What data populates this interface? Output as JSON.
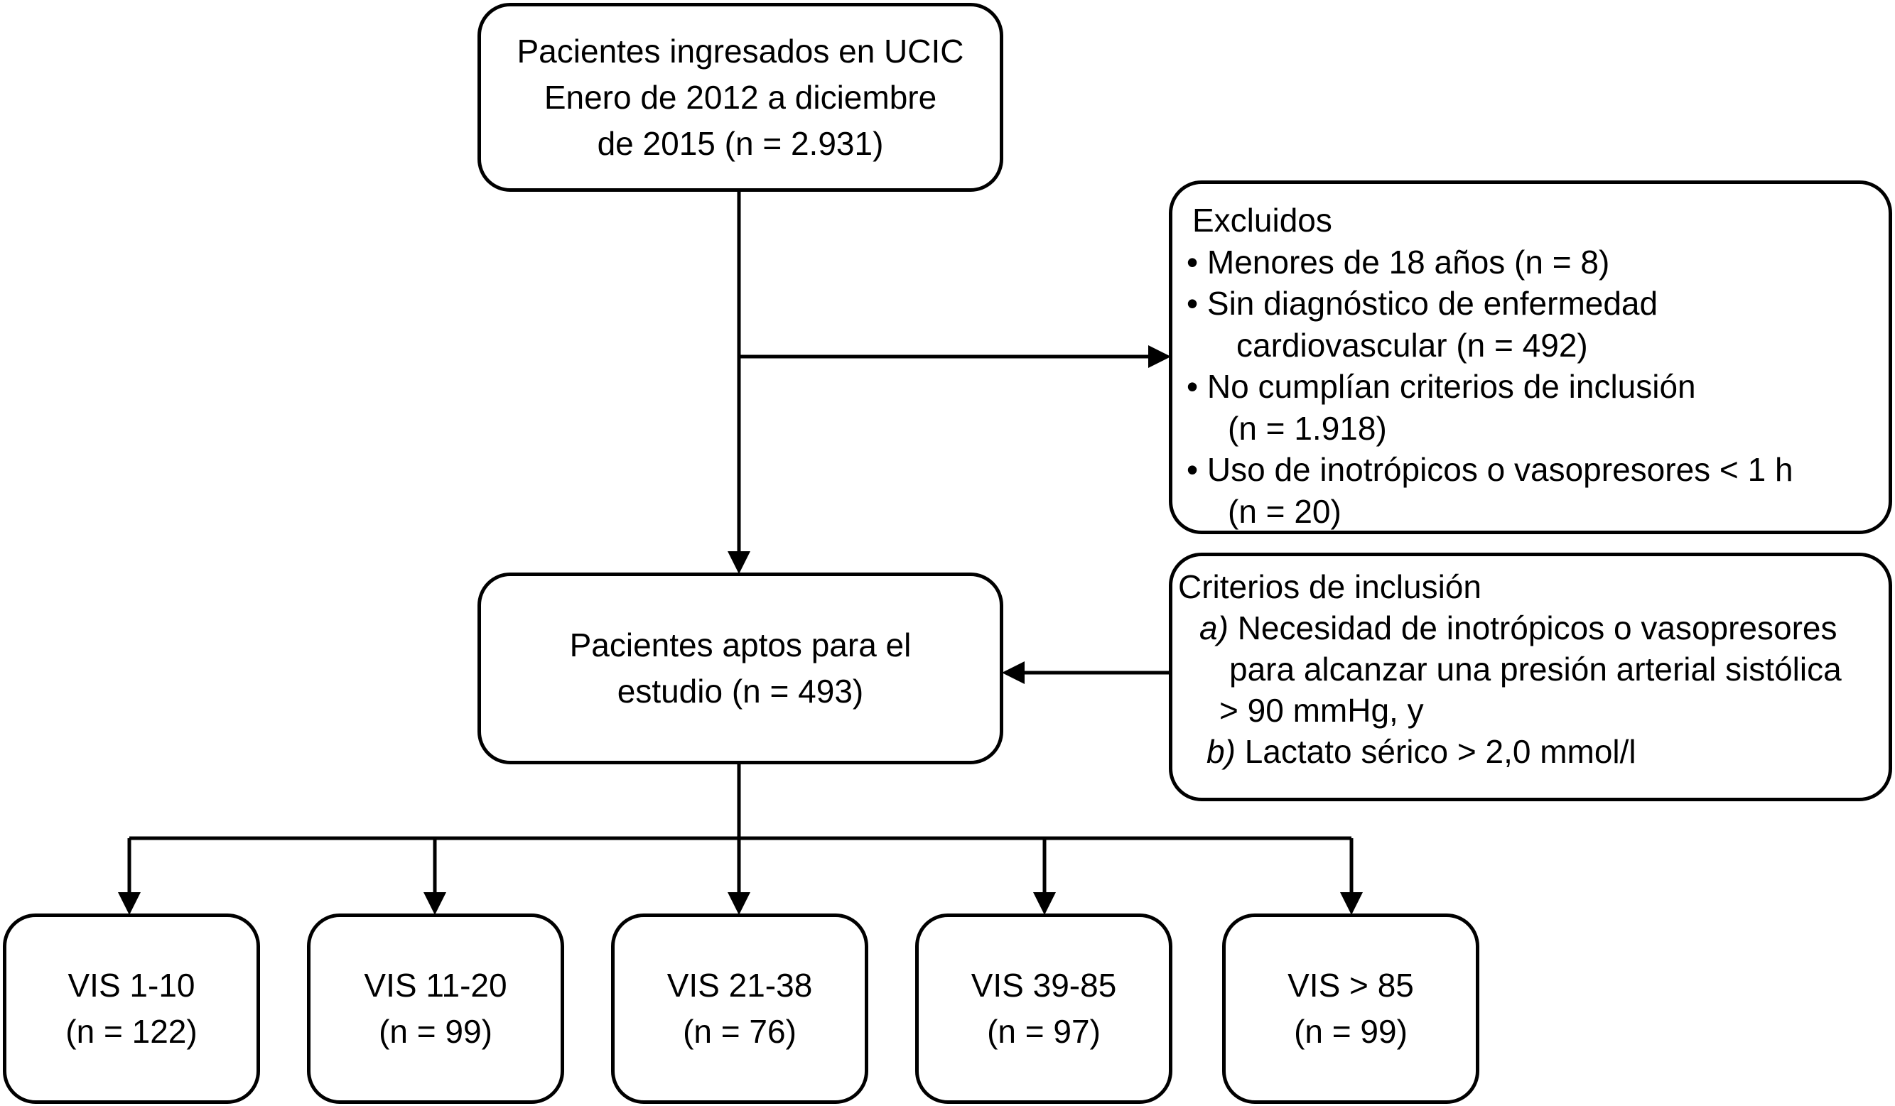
{
  "top_box": {
    "lines": [
      "Pacientes ingresados en UCIC",
      "Enero de 2012 a diciembre",
      "de 2015 (n = 2.931)"
    ]
  },
  "excluded_box": {
    "title": "Excluidos",
    "bullet": "•",
    "items": [
      {
        "lines": [
          "Menores de 18 años (n = 8)"
        ]
      },
      {
        "lines": [
          "Sin diagnóstico de enfermedad",
          "cardiovascular (n = 492)"
        ]
      },
      {
        "lines": [
          "No cumplían criterios de inclusión",
          "(n = 1.918)"
        ]
      },
      {
        "lines": [
          "Uso de inotrópicos o vasopresores < 1 h",
          "(n = 20)"
        ]
      }
    ]
  },
  "middle_box": {
    "lines": [
      "Pacientes aptos para el",
      "estudio (n = 493)"
    ]
  },
  "inclusion_box": {
    "title": "Criterios de inclusión",
    "items": [
      {
        "marker": "a)",
        "lines": [
          "Necesidad de inotrópicos o vasopresores",
          "para alcanzar una presión arterial sistólica",
          "> 90 mmHg, y"
        ]
      },
      {
        "marker": "b)",
        "lines": [
          "Lactato sérico > 2,0 mmol/l"
        ]
      }
    ]
  },
  "groups": [
    {
      "label": "VIS 1-10",
      "count": "(n = 122)"
    },
    {
      "label": "VIS 11-20",
      "count": "(n = 99)"
    },
    {
      "label": "VIS 21-38",
      "count": "(n = 76)"
    },
    {
      "label": "VIS 39-85",
      "count": "(n = 97)"
    },
    {
      "label": "VIS > 85",
      "count": "(n = 99)"
    }
  ],
  "colors": {
    "stroke": "#000000",
    "background": "#ffffff",
    "text": "#000000"
  }
}
